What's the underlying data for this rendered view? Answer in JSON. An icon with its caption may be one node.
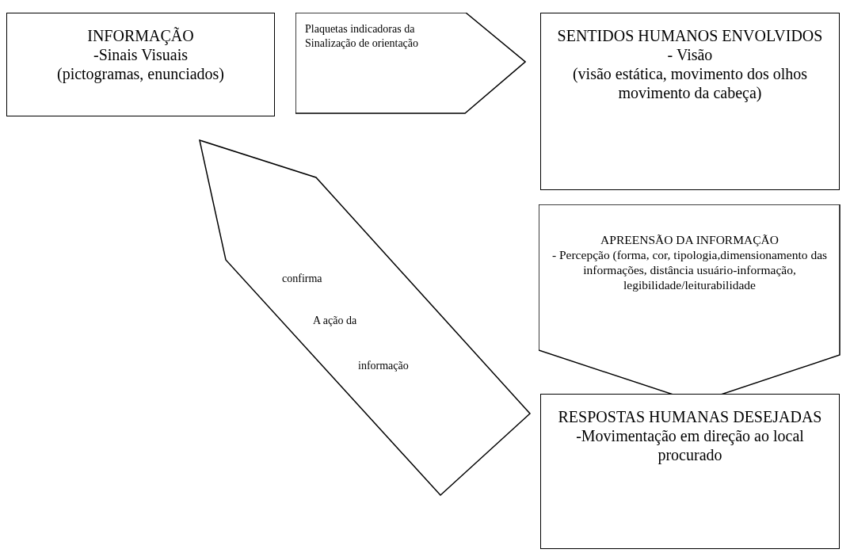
{
  "diagram": {
    "nodes": [
      {
        "text": [
          "INFORMAÇÃO",
          "-Sinais Visuais",
          "(pictogramas, enunciados)"
        ]
      },
      {
        "text": [
          "Plaquetas indicadoras da Sinalização de orientação"
        ]
      },
      {
        "text": [
          "SENTIDOS HUMANOS ENVOLVIDOS",
          "- Visão",
          "(visão estática, movimento dos olhos",
          "movimento da cabeça)"
        ]
      },
      {
        "text": [
          "APREENSÃO DA INFORMAÇÃO",
          "- Percepção (forma, cor, tipologia,dimensionamento das informações, distância usuário-informação, legibilidade/leiturabilidade"
        ]
      },
      {
        "text": [
          "RESPOSTAS HUMANAS DESEJADAS",
          "-Movimentação em direção ao local procurado"
        ]
      },
      {
        "text": [
          "confirma",
          "A ação da",
          "informação"
        ]
      }
    ]
  }
}
